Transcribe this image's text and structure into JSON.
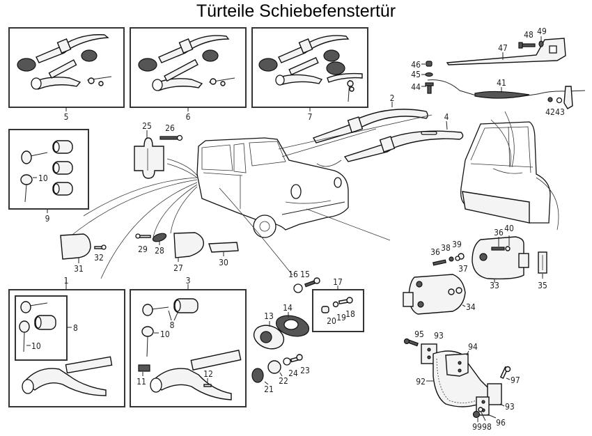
{
  "title": "Türteile Schiebefenstertür",
  "colors": {
    "line": "#222222",
    "box_border": "#333333",
    "background": "#ffffff"
  },
  "kit_boxes": [
    {
      "id": "5",
      "label": "5",
      "contents": [
        "outer-handle",
        "escutcheon",
        "lock-barrel-housing",
        "inner-handle",
        "keys"
      ]
    },
    {
      "id": "6",
      "label": "6",
      "contents": [
        "outer-handle",
        "escutcheon",
        "lock-barrel-housing",
        "inner-handle",
        "keys"
      ]
    },
    {
      "id": "7",
      "label": "7",
      "contents": [
        "outer-handle",
        "escutcheon",
        "lock-barrel-housing",
        "inner-handle",
        "lock-with-keys"
      ]
    },
    {
      "id": "9",
      "label": "9",
      "contents": [
        "keys",
        "lock-barrels"
      ]
    },
    {
      "id": "1",
      "label": "1",
      "contents": [
        "lock-barrel-kit-8",
        "inner-handle"
      ]
    },
    {
      "id": "3",
      "label": "3",
      "contents": [
        "keys",
        "lock-barrel",
        "handle"
      ]
    },
    {
      "id": "17",
      "label": "17",
      "contents": [
        "nut",
        "washer",
        "screw"
      ]
    }
  ],
  "callouts": {
    "c1": "1",
    "c2": "2",
    "c3": "3",
    "c4": "4",
    "c5": "5",
    "c6": "6",
    "c7": "7",
    "c8a": "8",
    "c8b": "8",
    "c9": "9",
    "c10a": "10",
    "c10b": "10",
    "c10c": "10",
    "c11": "11",
    "c12": "12",
    "c13": "13",
    "c14": "14",
    "c15": "15",
    "c16": "16",
    "c17": "17",
    "c18": "18",
    "c19": "19",
    "c20": "20",
    "c21": "21",
    "c22": "22",
    "c23": "23",
    "c24": "24",
    "c25": "25",
    "c26": "26",
    "c27": "27",
    "c28": "28",
    "c29": "29",
    "c30": "30",
    "c31": "31",
    "c32": "32",
    "c33": "33",
    "c34": "34",
    "c35": "35",
    "c36a": "36",
    "c36b": "36",
    "c37": "37",
    "c38": "38",
    "c39": "39",
    "c40": "40",
    "c41": "41",
    "c42": "42",
    "c43": "43",
    "c44": "44",
    "c45": "45",
    "c46": "46",
    "c47": "47",
    "c48": "48",
    "c49": "49",
    "c92": "92",
    "c93a": "93",
    "c93b": "93",
    "c94": "94",
    "c95": "95",
    "c96": "96",
    "c97": "97",
    "c98": "98",
    "c99": "99"
  }
}
